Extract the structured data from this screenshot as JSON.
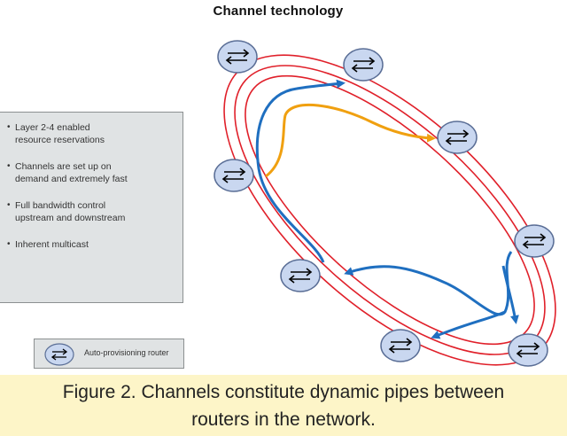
{
  "title": "Channel technology",
  "bullets": [
    "Layer 2-4 enabled\nresource reservations",
    "Channels are set up on\ndemand and extremely fast",
    "Full bandwidth control\nupstream and downstream",
    "Inherent multicast"
  ],
  "legend": {
    "icon": "router-icon",
    "label": "Auto-provisioning router"
  },
  "caption": "Figure 2. Channels constitute dynamic pipes between\nrouters in the network.",
  "colors": {
    "ring": "#e0202a",
    "channel_blue": "#1f6fc0",
    "channel_orange": "#f0a010",
    "router_fill": "#c9d7f0",
    "panel": "#e0e3e4",
    "caption_band": "#fdf5c8"
  }
}
